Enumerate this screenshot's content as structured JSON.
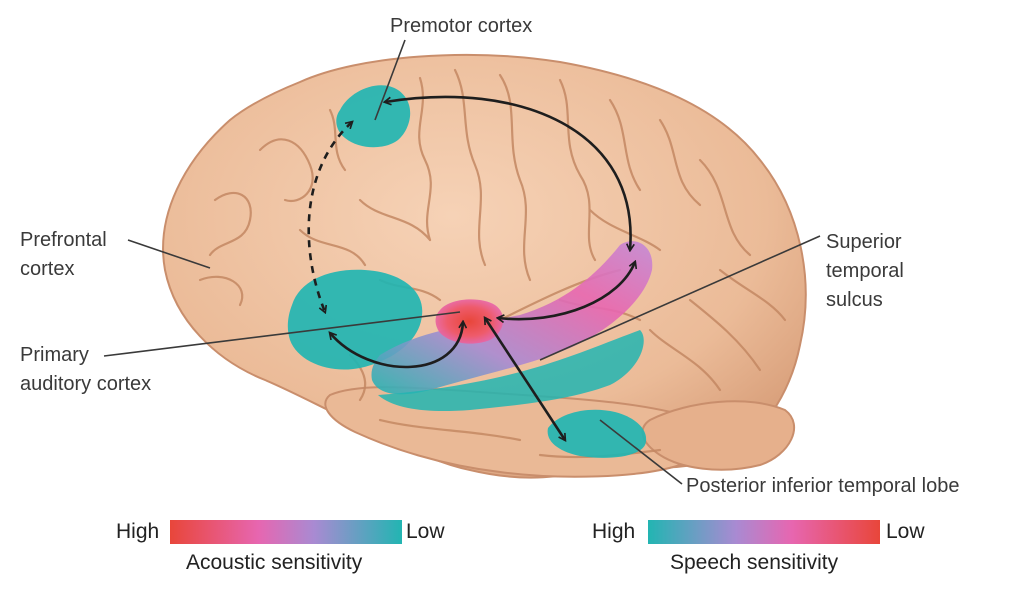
{
  "labels": {
    "premotor": "Premotor cortex",
    "prefrontal_line1": "Prefrontal",
    "prefrontal_line2": "cortex",
    "primary_line1": "Primary",
    "primary_line2": "auditory cortex",
    "sts_line1": "Superior",
    "sts_line2": "temporal",
    "sts_line3": "sulcus",
    "pitl": "Posterior inferior temporal lobe"
  },
  "legend": {
    "acoustic": {
      "high": "High",
      "low": "Low",
      "title": "Acoustic sensitivity"
    },
    "speech": {
      "high": "High",
      "low": "Low",
      "title": "Speech sensitivity"
    }
  },
  "colors": {
    "brain": "#efc3a2",
    "teal": "#22b5b2",
    "magenta": "#e766b0",
    "red": "#e8463a",
    "purple": "#a98ad2"
  }
}
